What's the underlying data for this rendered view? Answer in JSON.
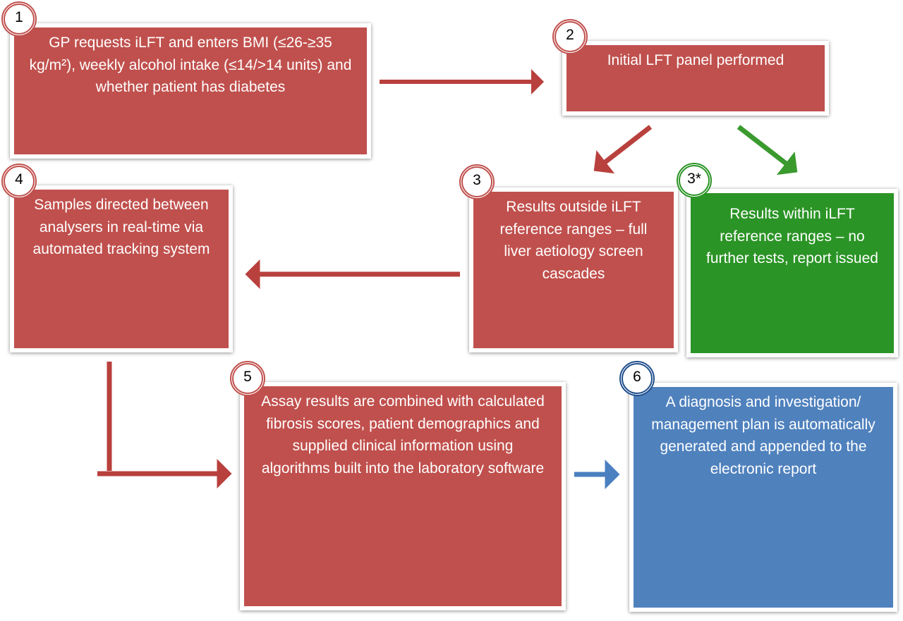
{
  "steps": [
    {
      "id": "1",
      "text": "GP requests iLFT and enters BMI (≤26-≥35 kg/m²), weekly alcohol intake (≤14/>14 units) and whether patient has diabetes"
    },
    {
      "id": "2",
      "text": "Initial LFT panel performed"
    },
    {
      "id": "3",
      "text": "Results outside iLFT reference ranges – full liver aetiology screen cascades"
    },
    {
      "id": "3*",
      "text": "Results within iLFT reference ranges – no further tests, report issued"
    },
    {
      "id": "4",
      "text": "Samples directed between analysers in real-time via automated tracking system"
    },
    {
      "id": "5",
      "text": "Assay results are combined with calculated fibrosis scores, patient demographics and supplied clinical information using algorithms built into the laboratory software"
    },
    {
      "id": "6",
      "text": "A diagnosis and investigation/ management plan is automatically generated and appended to the electronic report"
    }
  ],
  "colors": {
    "red": "#c0504d",
    "green": "#2b9426",
    "blue": "#4f81bd",
    "red_arrow": "#b8403d",
    "green_arrow": "#3a9a2e",
    "blue_arrow": "#4a7fc0"
  }
}
